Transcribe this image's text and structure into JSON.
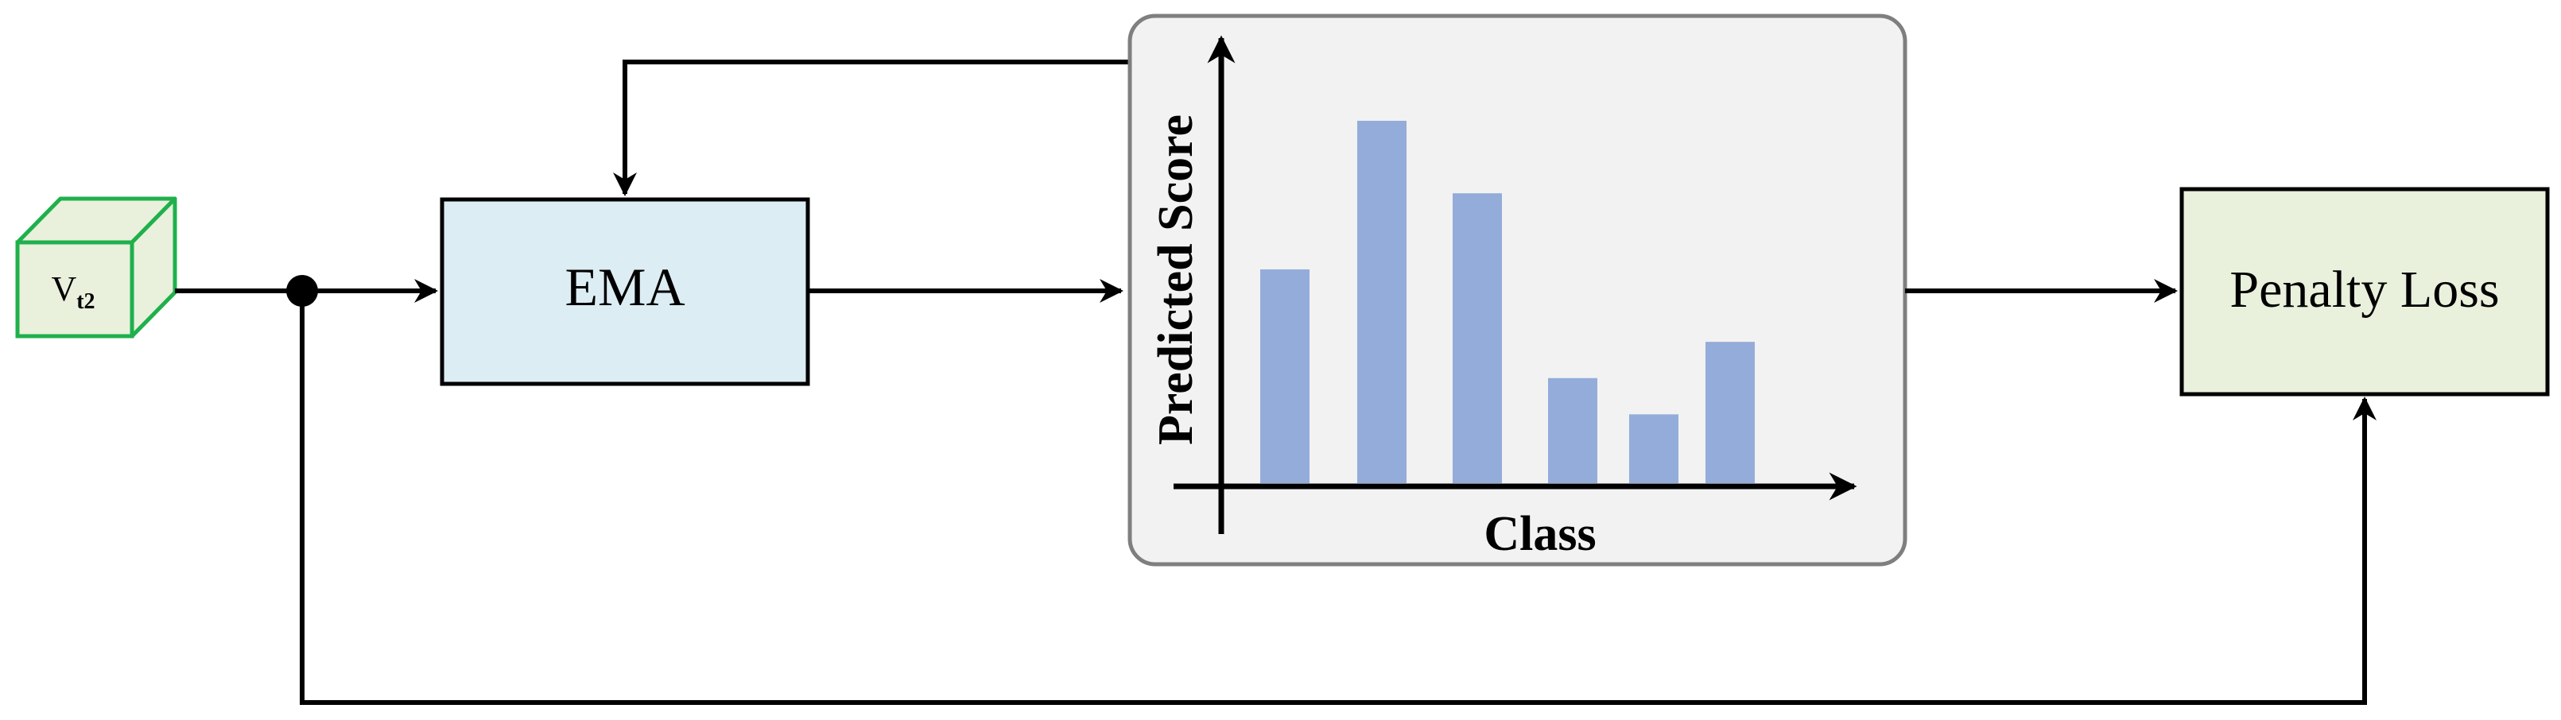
{
  "input": {
    "symbol": "V",
    "subscript": "t2",
    "color": "#1fb04c",
    "fill": "#e9f0dc"
  },
  "ema": {
    "label": "EMA",
    "fill": "#dcedf3"
  },
  "penalty": {
    "label": "Penalty Loss",
    "fill": "#e9f0dc"
  },
  "chart_panel": {
    "fill": "#f2f2f2",
    "border": "#7f7f7f"
  },
  "chart_data": {
    "type": "bar",
    "xlabel": "Class",
    "ylabel": "Predicted Score",
    "values": [
      0.59,
      1.0,
      0.8,
      0.29,
      0.19,
      0.39
    ],
    "bar_color": "#94acd9",
    "ticks": false,
    "grid": false
  }
}
